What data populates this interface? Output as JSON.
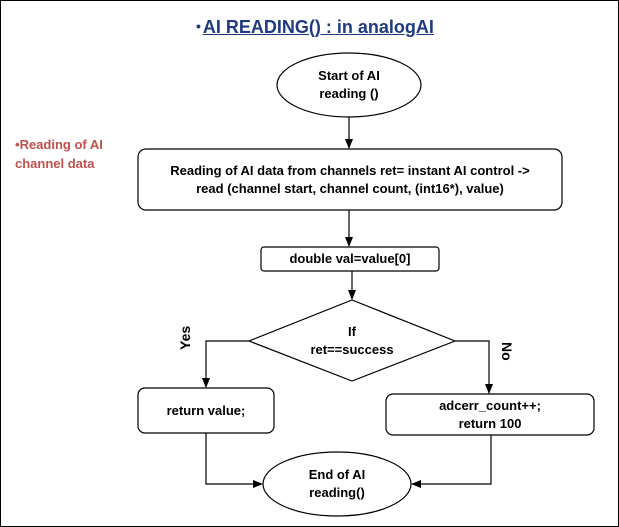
{
  "title": {
    "bullet": "•",
    "text": "AI READING() : in analogAI"
  },
  "side_note": {
    "bullet": "•",
    "text": "Reading of AI\nchannel data"
  },
  "nodes": {
    "start": "Start of AI\nreading ()",
    "read": "Reading of AI data from channels ret= instant AI control ->\nread (channel start, channel count, (int16*), value)",
    "assign": "double val=value[0]",
    "decision": "If\nret==success",
    "ret_value": "return value;",
    "error": "adcerr_count++;\nreturn 100",
    "end": "End of AI\nreading()"
  },
  "edges": {
    "yes": "Yes",
    "no": "No"
  },
  "colors": {
    "title": "#1f3a80",
    "side_note": "#c0504d",
    "stroke": "#000000"
  }
}
